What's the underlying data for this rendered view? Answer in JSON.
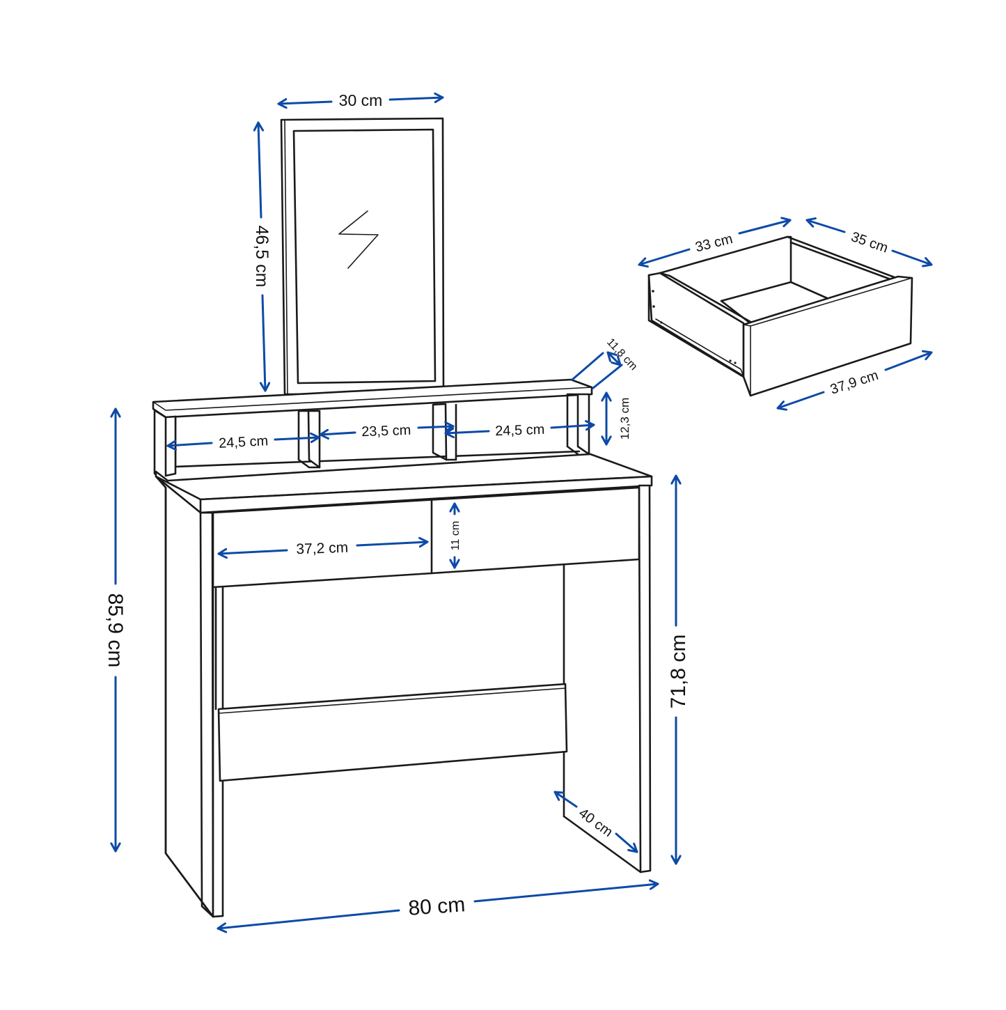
{
  "diagram": {
    "subject": "Vanity dressing table with mirror and drawer",
    "accent_color": "#0d4aa6",
    "line_color": "#1a1a1a",
    "background": "#ffffff"
  },
  "mirror": {
    "width_label": "30 cm",
    "height_label": "46,5 cm"
  },
  "hutch": {
    "depth_label": "11,8 cm",
    "height_label": "12,3 cm",
    "compartments": [
      {
        "label": "24,5 cm"
      },
      {
        "label": "23,5 cm"
      },
      {
        "label": "24,5 cm"
      }
    ]
  },
  "desk": {
    "total_height_label": "85,9 cm",
    "desk_height_label": "71,8 cm",
    "width_label": "80 cm",
    "depth_label": "40 cm",
    "drawer_width_label": "37,2 cm",
    "drawer_height_label": "11 cm"
  },
  "drawer_detail": {
    "inner_width_label": "33 cm",
    "inner_depth_label": "35 cm",
    "front_width_label": "37,9 cm"
  }
}
